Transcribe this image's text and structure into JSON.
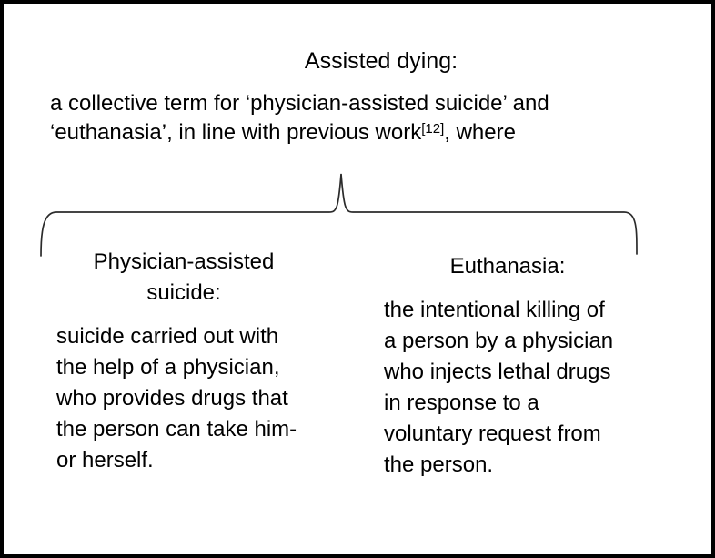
{
  "figure": {
    "top": {
      "title": "Assisted dying:",
      "description_line1": "a collective term for ‘physician-assisted suicide’ and",
      "description_line2_pre": "‘euthanasia’, in line with previous work",
      "description_line2_sup": "[12]",
      "description_line2_post": ", where"
    },
    "left_term": {
      "title": "Physician-assisted suicide:",
      "definition_lines": [
        "suicide carried out with",
        "the help of a physician,",
        "who provides drugs that",
        "the person can take him-",
        "or herself."
      ]
    },
    "right_term": {
      "title": "Euthanasia:",
      "definition_lines": [
        "the intentional killing of",
        "a person by a physician",
        "who injects lethal drugs",
        "in response to a",
        "voluntary request from",
        "the person."
      ]
    },
    "colors": {
      "background": "#ffffff",
      "border": "#000000",
      "text": "#000000",
      "brace": "#2b2b2b"
    }
  }
}
